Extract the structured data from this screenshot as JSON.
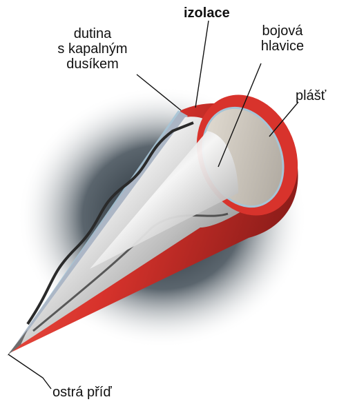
{
  "labels": {
    "cavity": {
      "lines": [
        "dutina",
        "s kapalným",
        "dusíkem"
      ]
    },
    "insulation": {
      "text": "izolace"
    },
    "warhead": {
      "lines": [
        "bojová",
        "hlavice"
      ]
    },
    "shell": {
      "text": "plášť"
    },
    "tip": {
      "text": "ostrá příď"
    }
  },
  "colors": {
    "shell_red": "#d8332c",
    "shell_red_dark": "#8e1d1a",
    "insulation_blue": "#a6c4d6",
    "metal_light": "#ececec",
    "metal_dark": "#6d6d6d",
    "background_haze": "#1d2a35",
    "leader_line": "#111111"
  }
}
